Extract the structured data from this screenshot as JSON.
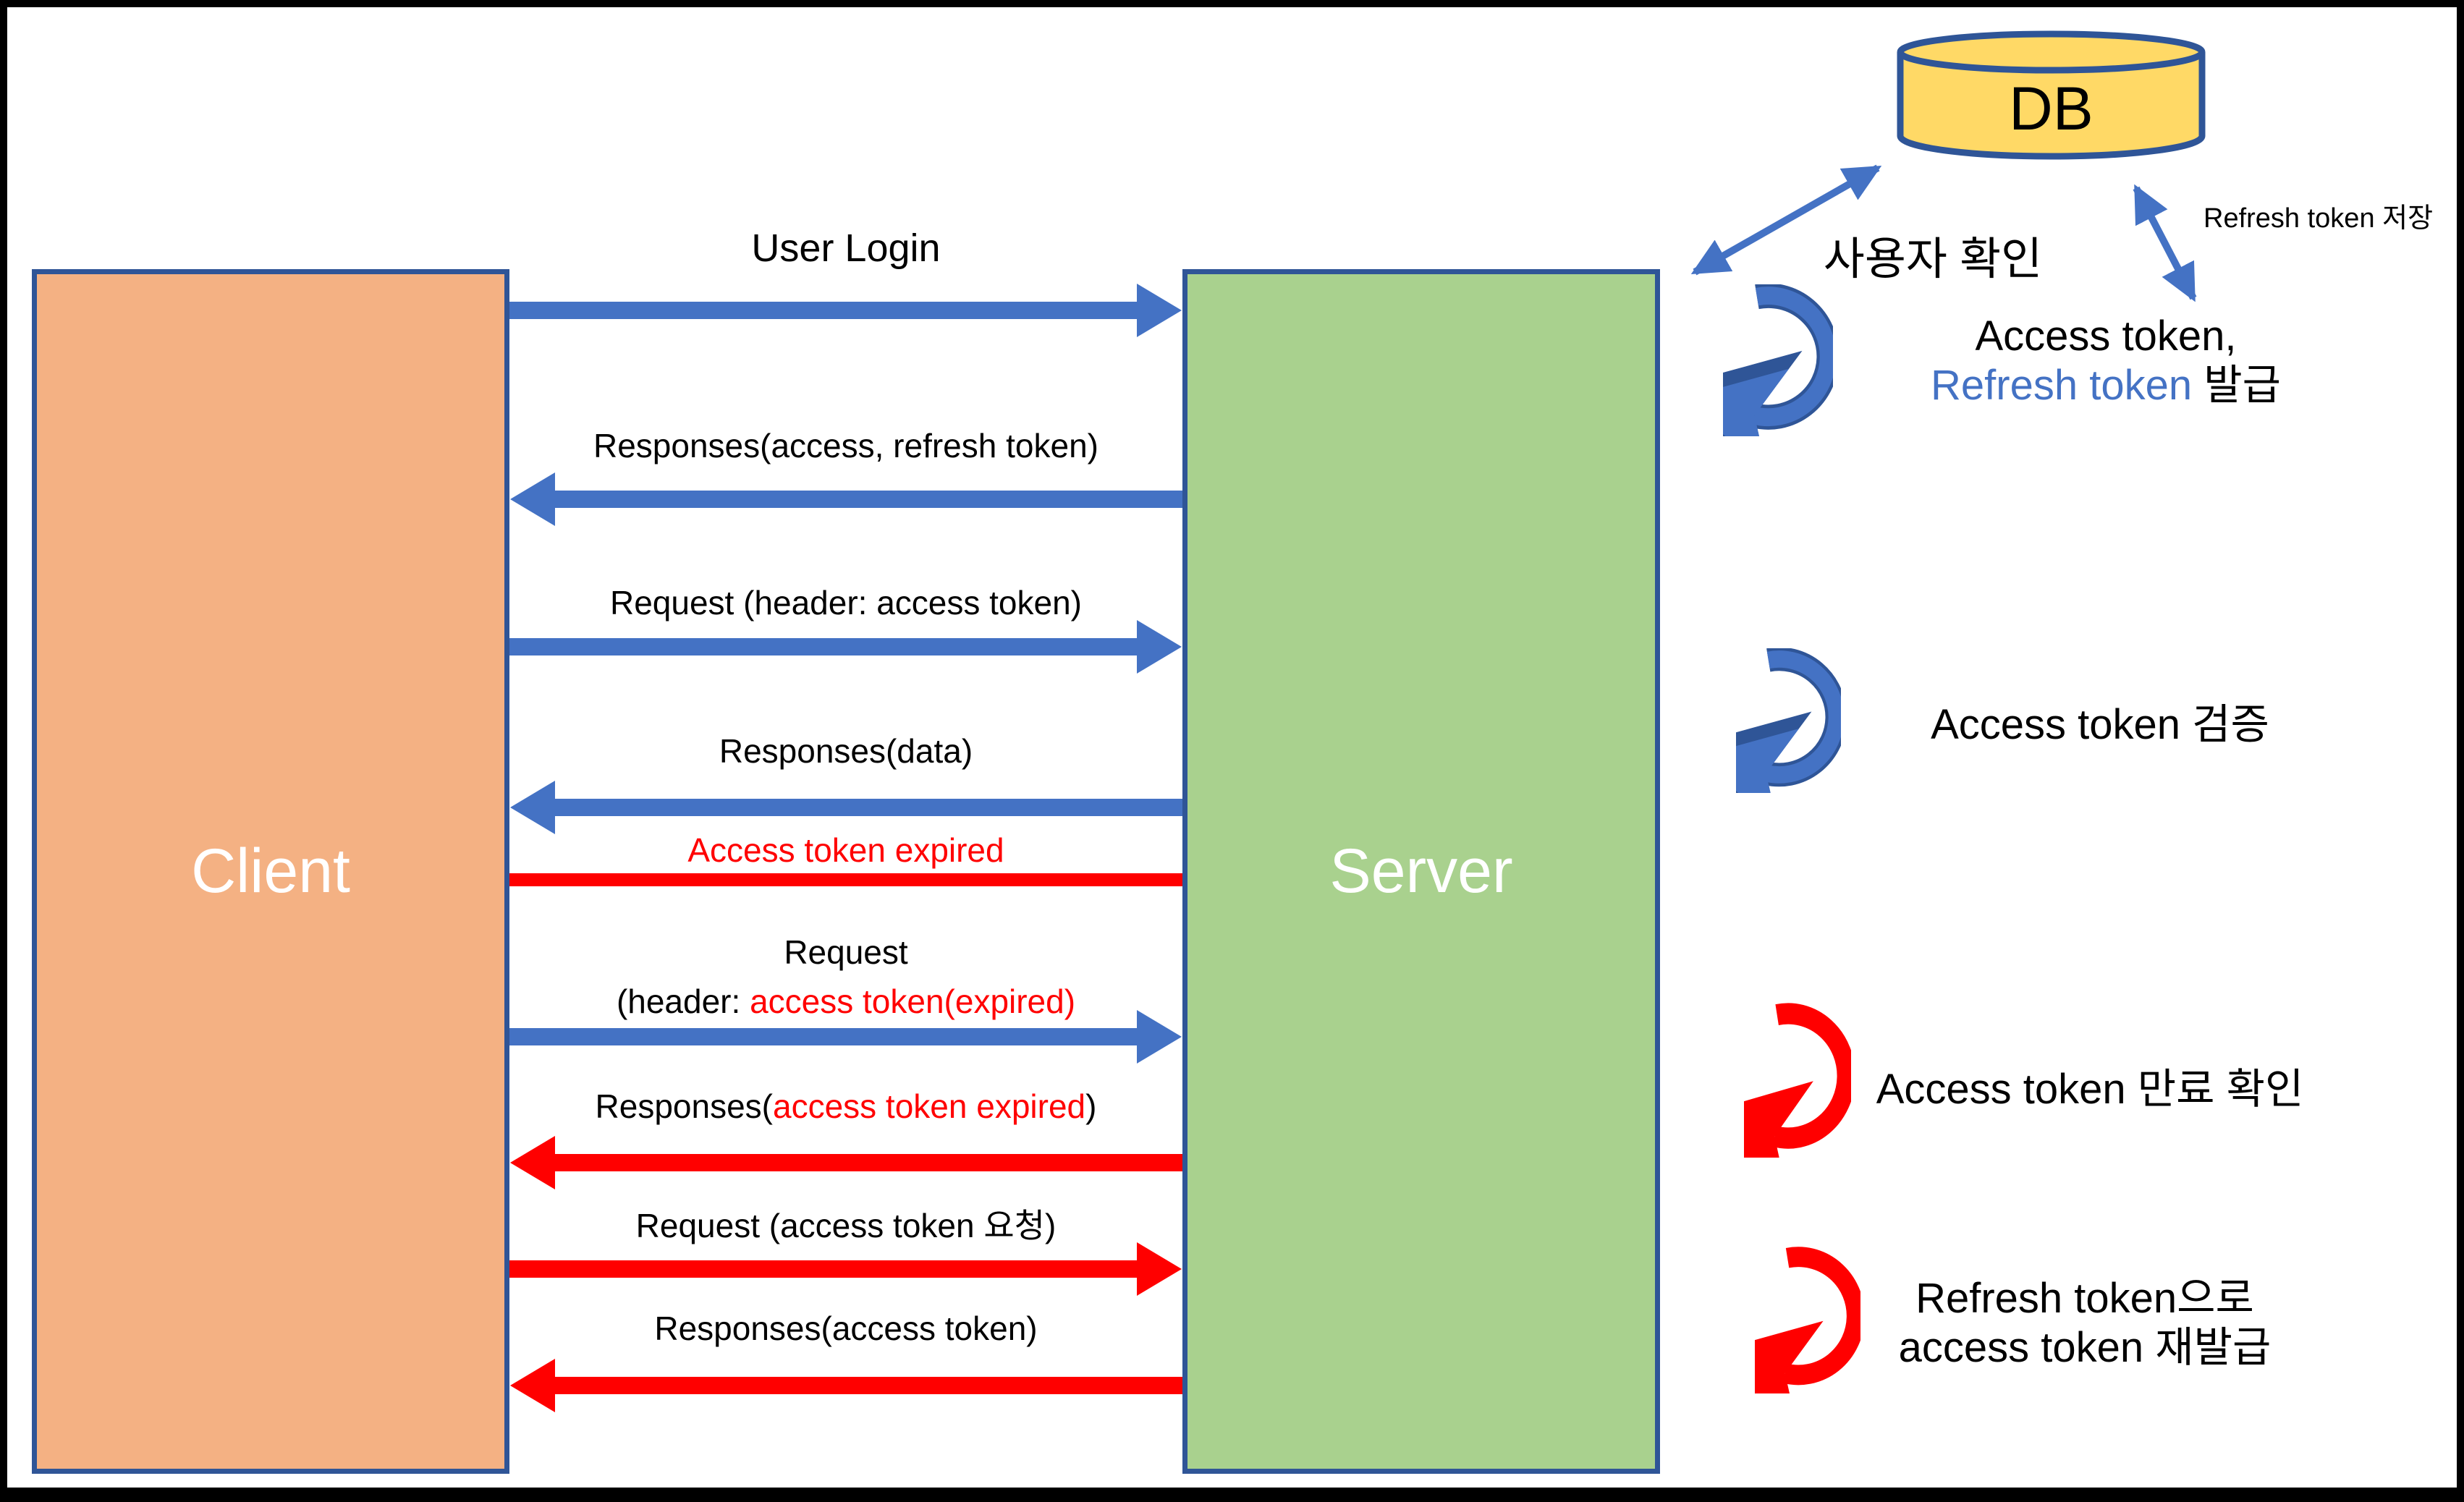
{
  "nodes": {
    "client": "Client",
    "server": "Server",
    "db": "DB"
  },
  "messages": {
    "user_login": "User Login",
    "resp_tokens": "Responses(access, refresh token)",
    "req_access": "Request (header: access token)",
    "resp_data": "Responses(data)",
    "token_expired": "Access token expired",
    "req_expired_line1": "Request",
    "req_expired_line2_prefix": "(header: ",
    "req_expired_line2_red": "access token(expired)",
    "resp_expired_prefix": "Responses(",
    "resp_expired_red": "access token expired",
    "resp_expired_suffix": ")",
    "req_token": "Request (access token 요청)",
    "resp_token": "Responses(access token)"
  },
  "side": {
    "user_check": "사용자 확인",
    "refresh_store": "Refresh token 저장",
    "issue_line1": "Access token,",
    "issue_line2_blue": "Refresh token",
    "issue_line2_black": " 발급",
    "verify": "Access token 검증",
    "expire_check": "Access token 만료 확인",
    "reissue_line1": "Refresh token으로",
    "reissue_line2": "access token 재발급"
  },
  "colors": {
    "client_fill": "#F4B183",
    "server_fill": "#A9D18E",
    "db_fill": "#FFD966",
    "shape_border": "#2F5597",
    "arrow_blue": "#4472C4",
    "arrow_red": "#FF0000",
    "text_black": "#000000",
    "text_white": "#FFFFFF"
  }
}
